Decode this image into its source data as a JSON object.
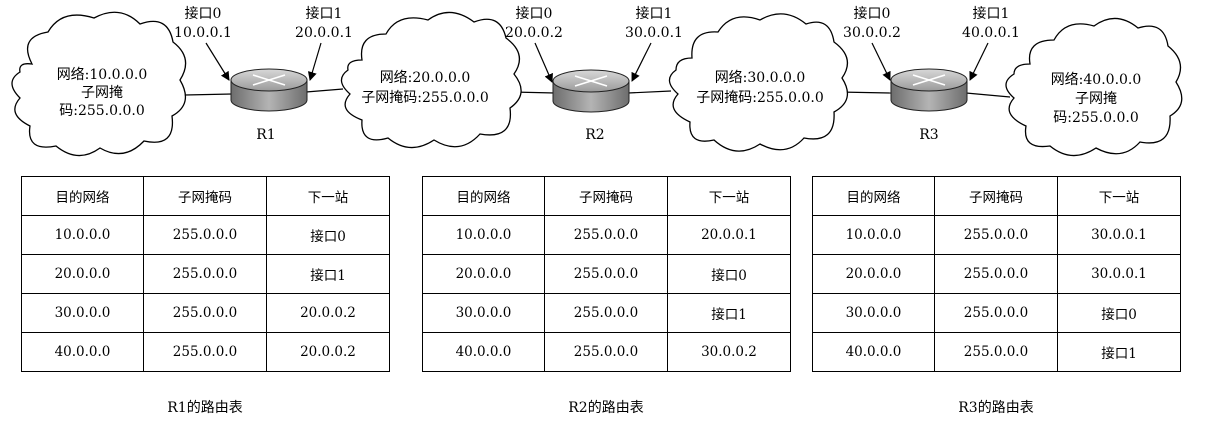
{
  "networks": [
    {
      "id": "n1",
      "lines": [
        "网络:10.0.0.0",
        "子网掩",
        "码:255.0.0.0"
      ]
    },
    {
      "id": "n2",
      "lines": [
        "网络:20.0.0.0",
        "子网掩码:255.0.0.0"
      ]
    },
    {
      "id": "n3",
      "lines": [
        "网络:30.0.0.0",
        "子网掩码:255.0.0.0"
      ]
    },
    {
      "id": "n4",
      "lines": [
        "网络:40.0.0.0",
        "子网掩",
        "码:255.0.0.0"
      ]
    }
  ],
  "routers": [
    {
      "name": "R1",
      "if0_label": "接口0",
      "if0_ip": "10.0.0.1",
      "if1_label": "接口1",
      "if1_ip": "20.0.0.1"
    },
    {
      "name": "R2",
      "if0_label": "接口0",
      "if0_ip": "20.0.0.2",
      "if1_label": "接口1",
      "if1_ip": "30.0.0.1"
    },
    {
      "name": "R3",
      "if0_label": "接口0",
      "if0_ip": "30.0.0.2",
      "if1_label": "接口1",
      "if1_ip": "40.0.0.1"
    }
  ],
  "tables": [
    {
      "caption": "R1的路由表",
      "headers": [
        "目的网络",
        "子网掩码",
        "下一站"
      ],
      "rows": [
        [
          "10.0.0.0",
          "255.0.0.0",
          "接口0"
        ],
        [
          "20.0.0.0",
          "255.0.0.0",
          "接口1"
        ],
        [
          "30.0.0.0",
          "255.0.0.0",
          "20.0.0.2"
        ],
        [
          "40.0.0.0",
          "255.0.0.0",
          "20.0.0.2"
        ]
      ]
    },
    {
      "caption": "R2的路由表",
      "headers": [
        "目的网络",
        "子网掩码",
        "下一站"
      ],
      "rows": [
        [
          "10.0.0.0",
          "255.0.0.0",
          "20.0.0.1"
        ],
        [
          "20.0.0.0",
          "255.0.0.0",
          "接口0"
        ],
        [
          "30.0.0.0",
          "255.0.0.0",
          "接口1"
        ],
        [
          "40.0.0.0",
          "255.0.0.0",
          "30.0.0.2"
        ]
      ]
    },
    {
      "caption": "R3的路由表",
      "headers": [
        "目的网络",
        "子网掩码",
        "下一站"
      ],
      "rows": [
        [
          "10.0.0.0",
          "255.0.0.0",
          "30.0.0.1"
        ],
        [
          "20.0.0.0",
          "255.0.0.0",
          "30.0.0.1"
        ],
        [
          "30.0.0.0",
          "255.0.0.0",
          "接口0"
        ],
        [
          "40.0.0.0",
          "255.0.0.0",
          "接口1"
        ]
      ]
    }
  ]
}
